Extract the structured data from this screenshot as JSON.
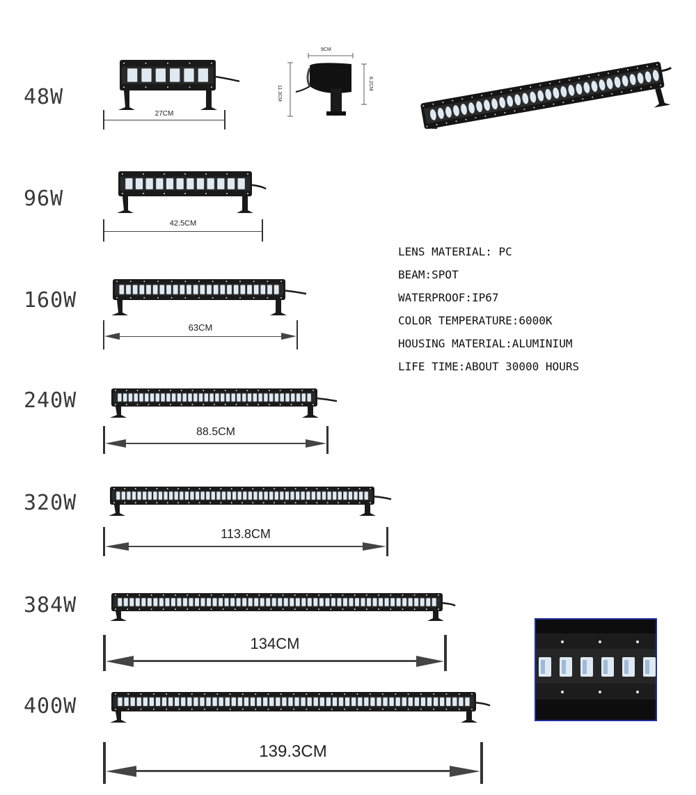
{
  "products": [
    {
      "watt": "48W",
      "length": "27CM"
    },
    {
      "watt": "96W",
      "length": "42.5CM"
    },
    {
      "watt": "160W",
      "length": "63CM"
    },
    {
      "watt": "240W",
      "length": "88.5CM"
    },
    {
      "watt": "320W",
      "length": "113.8CM"
    },
    {
      "watt": "384W",
      "length": "134CM"
    },
    {
      "watt": "400W",
      "length": "139.3CM"
    }
  ],
  "side_view": {
    "width_label": "9CM",
    "height_left_label": "11.3CM",
    "height_right_label": "8.2CM"
  },
  "specs": [
    "LENS MATERIAL: PC",
    "BEAM:SPOT",
    "WATERPROOF:IP67",
    "COLOR TEMPERATURE:6000K",
    "HOUSING MATERIAL:ALUMINIUM",
    "LIFE TIME:ABOUT 30000 HOURS"
  ],
  "colors": {
    "accent_frame": "#1f2f9f",
    "housing": "#1a1a1a",
    "led": "#dfe9f2"
  }
}
